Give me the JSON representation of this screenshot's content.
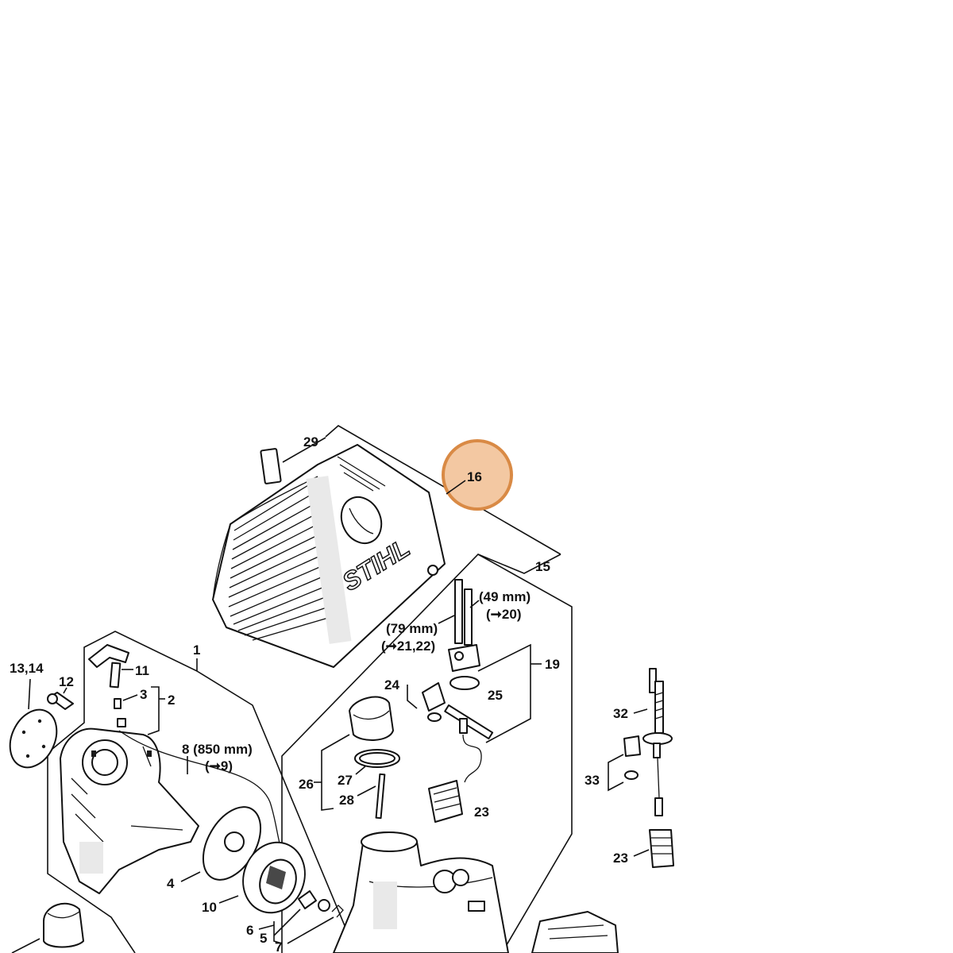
{
  "hotspot": {
    "label": "16",
    "fill": "#f3c8a2",
    "stroke": "#d98a45"
  },
  "cover_logo": "STIHL",
  "labels": {
    "p1": "1",
    "p2": "2",
    "p3": "3",
    "p4": "4",
    "p5": "5",
    "p6": "6",
    "p7": "7",
    "p8": "8 (850 mm)",
    "p8ref": "(➞9)",
    "p10": "10",
    "p11": "11",
    "p12": "12",
    "p1314": "13,14",
    "p15": "15",
    "p19": "19",
    "p49": "(49 mm)",
    "p49ref": "(➞20)",
    "p79": "(79 mm)",
    "p79ref": "(➞21,22)",
    "p23a": "23",
    "p23b": "23",
    "p24": "24",
    "p25": "25",
    "p26": "26",
    "p27": "27",
    "p28": "28",
    "p29": "29",
    "p32": "32",
    "p33": "33"
  }
}
